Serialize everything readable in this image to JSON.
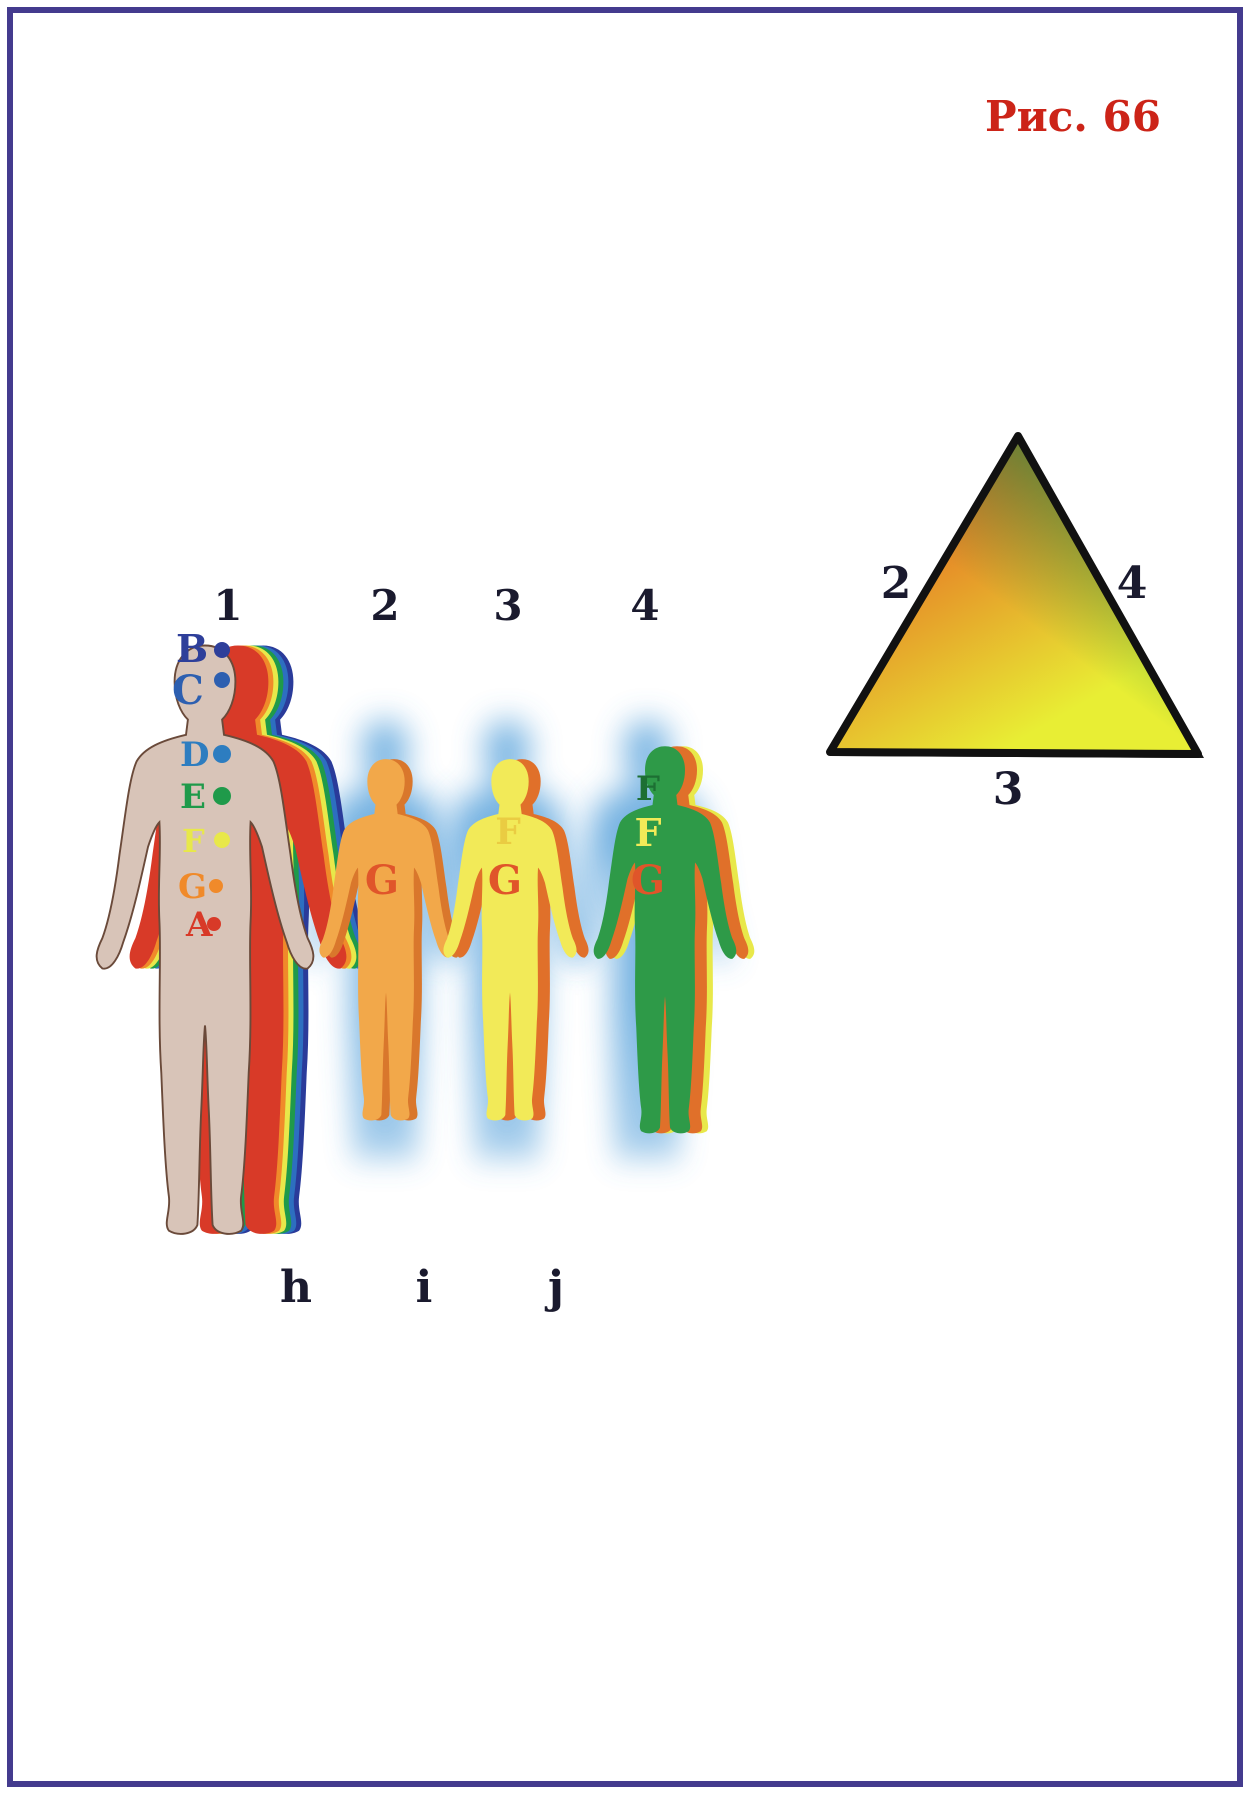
{
  "figure": {
    "caption": "Рис. 66"
  },
  "figures": [
    {
      "number": "1",
      "body_color": "#d8c4b8",
      "outline_color": "#6a4a3a"
    },
    {
      "number": "2",
      "body_color": "#f2a84a",
      "outline_color": "#d9772c"
    },
    {
      "number": "3",
      "body_color": "#f2ea58",
      "outline_color": "#d6b73a"
    },
    {
      "number": "4",
      "body_color": "#2e9a48",
      "outline_color": "#1d6f33"
    }
  ],
  "chakras": [
    {
      "letter": "B",
      "color": "#2e3f9a"
    },
    {
      "letter": "C",
      "color": "#2d5fb0"
    },
    {
      "letter": "D",
      "color": "#2d7dc0"
    },
    {
      "letter": "E",
      "color": "#1f9a4a"
    },
    {
      "letter": "F",
      "color": "#e8e84a"
    },
    {
      "letter": "G",
      "color": "#f08a2a"
    },
    {
      "letter": "A",
      "color": "#d83a28"
    }
  ],
  "figure_letters": {
    "f2": "G",
    "f3_upper": "F",
    "f3": "G",
    "f4_upper": "F",
    "f4_f": "F",
    "f4": "G"
  },
  "bottom_labels": [
    "h",
    "i",
    "j"
  ],
  "triangle": {
    "left_label": "2",
    "right_label": "4",
    "bottom_label": "3",
    "colors": {
      "red": "#e33b1e",
      "yellow": "#e8ee34",
      "green": "#2a8c3e"
    }
  },
  "aura_color": "#4a9ad8"
}
